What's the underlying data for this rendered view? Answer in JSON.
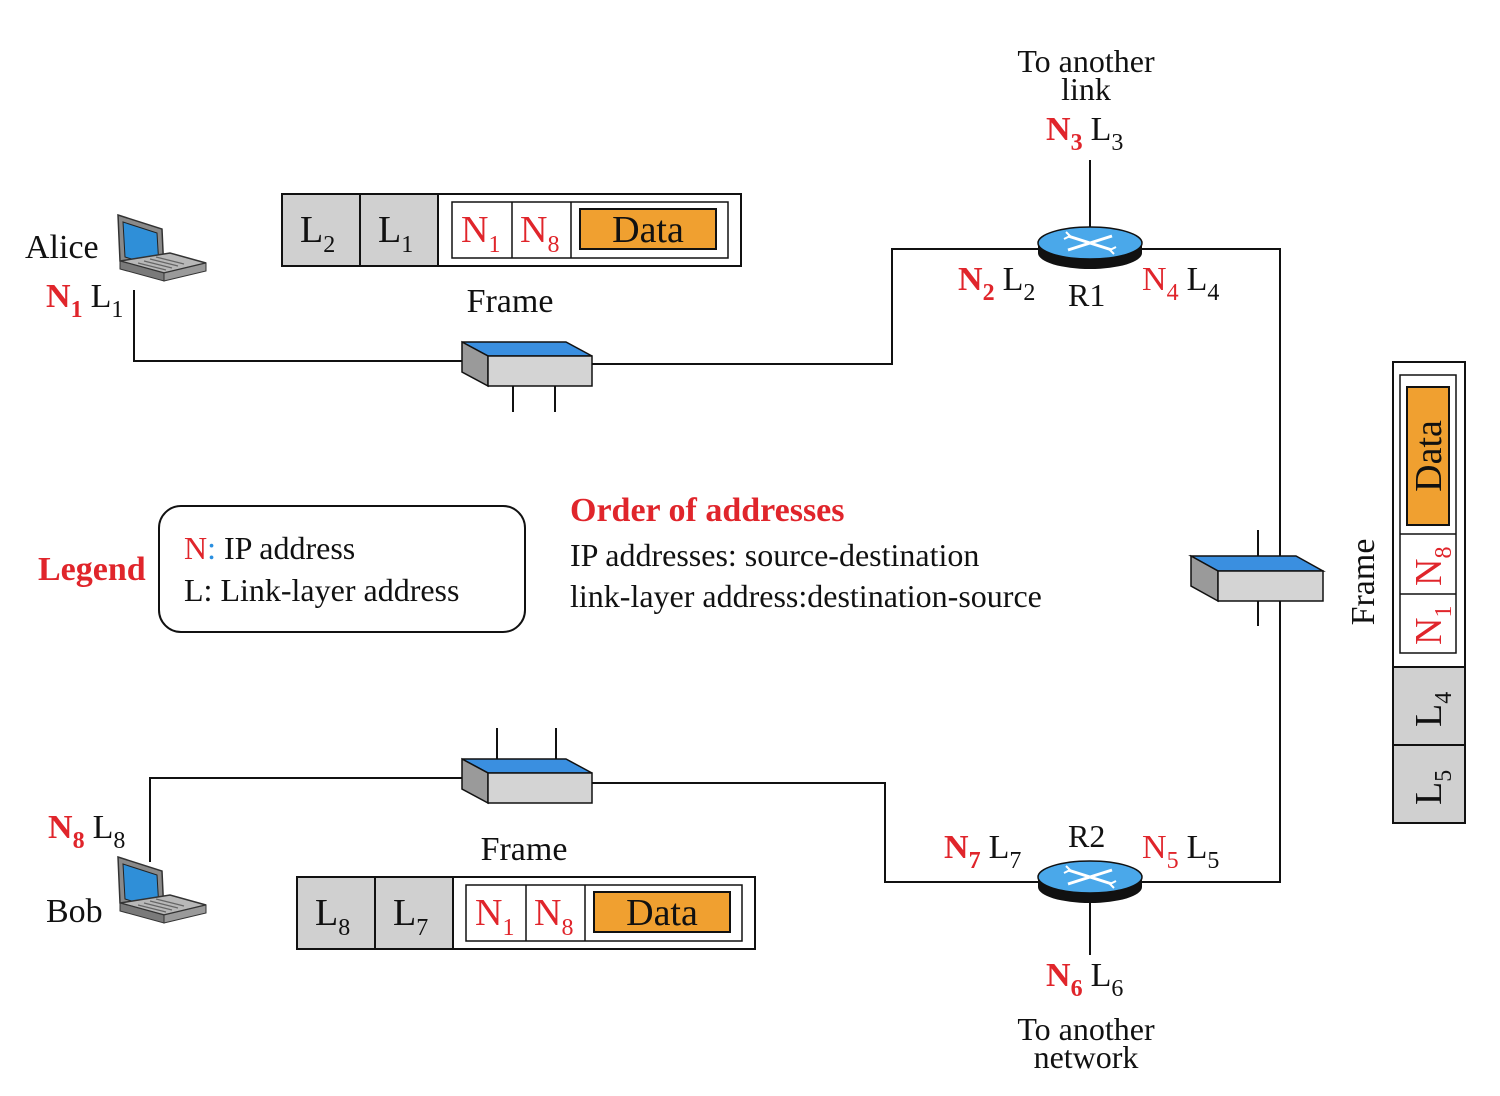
{
  "colors": {
    "ip_red": "#e0252b",
    "data_orange": "#f0a030",
    "header_gray": "#d0d0d0",
    "switch_blue": "#3a8fe0",
    "router_blue": "#4aa8ea",
    "legend_n_colon": "#2a8fe0"
  },
  "nodes": {
    "alice": {
      "name": "Alice",
      "ip": "N",
      "ip_sub": "1",
      "link": "L",
      "link_sub": "1"
    },
    "bob": {
      "name": "Bob",
      "ip": "N",
      "ip_sub": "8",
      "link": "L",
      "link_sub": "8"
    },
    "r1": {
      "name": "R1",
      "left": {
        "ip": "N",
        "ip_sub": "2",
        "link": "L",
        "link_sub": "2"
      },
      "top": {
        "ip": "N",
        "ip_sub": "3",
        "link": "L",
        "link_sub": "3"
      },
      "right": {
        "ip": "N",
        "ip_sub": "4",
        "link": "L",
        "link_sub": "4"
      },
      "top_caption_line1": "To another",
      "top_caption_line2": "link"
    },
    "r2": {
      "name": "R2",
      "left": {
        "ip": "N",
        "ip_sub": "7",
        "link": "L",
        "link_sub": "7"
      },
      "bottom": {
        "ip": "N",
        "ip_sub": "6",
        "link": "L",
        "link_sub": "6"
      },
      "right": {
        "ip": "N",
        "ip_sub": "5",
        "link": "L",
        "link_sub": "5"
      },
      "bottom_caption_line1": "To another",
      "bottom_caption_line2": "network"
    }
  },
  "frames": {
    "top": {
      "label": "Frame",
      "dst": "L",
      "dst_sub": "2",
      "src": "L",
      "src_sub": "1",
      "ip_src": "N",
      "ip_src_sub": "1",
      "ip_dst": "N",
      "ip_dst_sub": "8",
      "data": "Data"
    },
    "right": {
      "label": "Frame",
      "dst": "L",
      "dst_sub": "5",
      "src": "L",
      "src_sub": "4",
      "ip_src": "N",
      "ip_src_sub": "1",
      "ip_dst": "N",
      "ip_dst_sub": "8",
      "data": "Data"
    },
    "bottom": {
      "label": "Frame",
      "dst": "L",
      "dst_sub": "8",
      "src": "L",
      "src_sub": "7",
      "ip_src": "N",
      "ip_src_sub": "1",
      "ip_dst": "N",
      "ip_dst_sub": "8",
      "data": "Data"
    }
  },
  "legend": {
    "title": "Legend",
    "n_key": "N",
    "n_colon": ":",
    "n_text": " IP address",
    "l_line": "L: Link-layer address"
  },
  "order": {
    "title": "Order of addresses",
    "line1": "IP addresses: source-destination",
    "line2": "link-layer address:destination-source"
  }
}
